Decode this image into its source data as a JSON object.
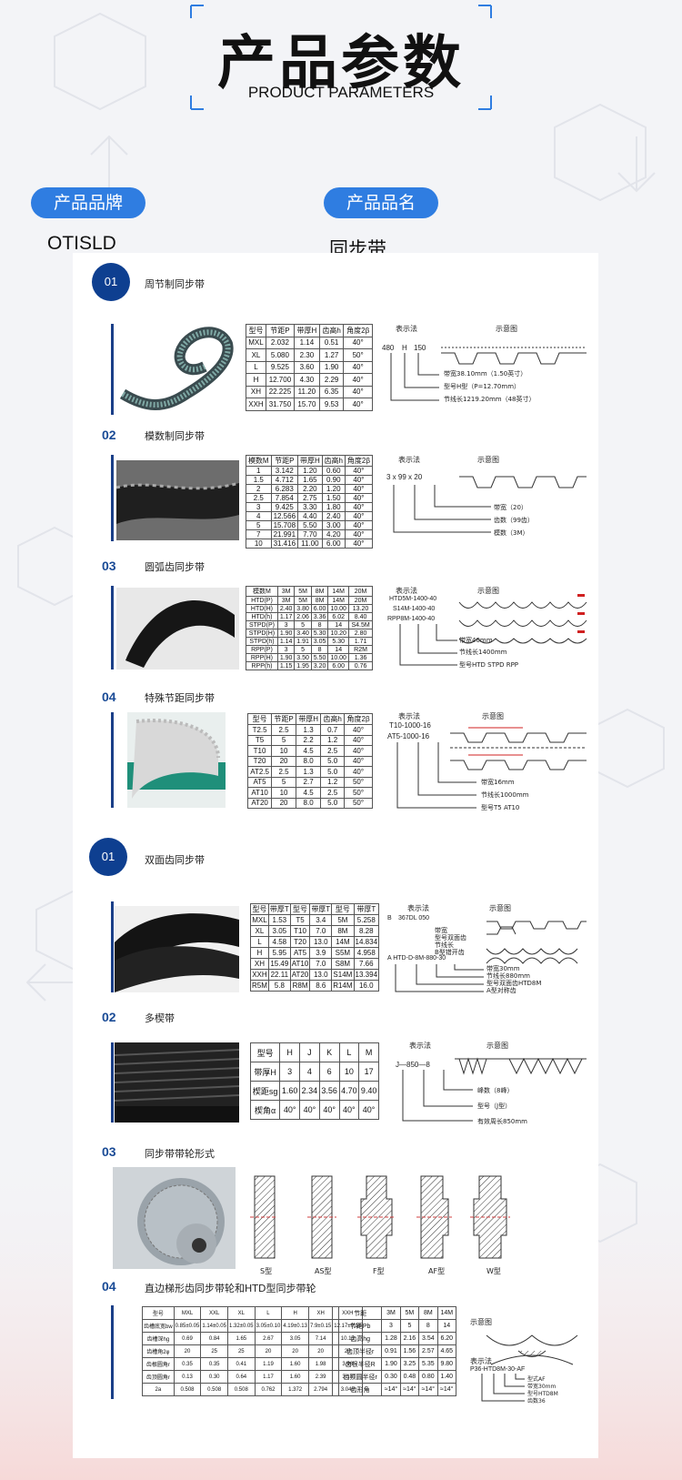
{
  "header": {
    "title_zh": "产品参数",
    "title_en": "PRODUCT PARAMETERS"
  },
  "info": {
    "brand_label": "产品品牌",
    "brand_value": "OTISLD",
    "name_label": "产品品名",
    "name_value": "同步带"
  },
  "colors": {
    "accent": "#2f7de1",
    "navy": "#0e3f90"
  },
  "s1": {
    "badge": "01",
    "title": "周节制同步带",
    "headers": [
      "型号",
      "节距P",
      "带厚H",
      "齿高h",
      "角度2β"
    ],
    "rows": [
      [
        "MXL",
        "2.032",
        "1.14",
        "0.51",
        "40°"
      ],
      [
        "XL",
        "5.080",
        "2.30",
        "1.27",
        "50°"
      ],
      [
        "L",
        "9.525",
        "3.60",
        "1.90",
        "40°"
      ],
      [
        "H",
        "12.700",
        "4.30",
        "2.29",
        "40°"
      ],
      [
        "XH",
        "22.225",
        "11.20",
        "6.35",
        "40°"
      ],
      [
        "XXH",
        "31.750",
        "15.70",
        "9.53",
        "40°"
      ]
    ],
    "legend_hd": "表示法",
    "diagram_hd": "示意图",
    "code_a": "480",
    "code_b": "H",
    "code_c": "150",
    "notes": [
      "带宽38.10mm（1.50英寸）",
      "型号H型（P=12.70mm）",
      "节线长1219.20mm（48英寸）"
    ]
  },
  "s2": {
    "badge": "02",
    "title": "模数制同步带",
    "headers": [
      "模数M",
      "节距P",
      "带厚H",
      "齿高h",
      "角度2β"
    ],
    "rows": [
      [
        "1",
        "3.142",
        "1.20",
        "0.60",
        "40°"
      ],
      [
        "1.5",
        "4.712",
        "1.65",
        "0.90",
        "40°"
      ],
      [
        "2",
        "6.283",
        "2.20",
        "1.20",
        "40°"
      ],
      [
        "2.5",
        "7.854",
        "2.75",
        "1.50",
        "40°"
      ],
      [
        "3",
        "9.425",
        "3.30",
        "1.80",
        "40°"
      ],
      [
        "4",
        "12.566",
        "4.40",
        "2.40",
        "40°"
      ],
      [
        "5",
        "15.708",
        "5.50",
        "3.00",
        "40°"
      ],
      [
        "7",
        "21.991",
        "7.70",
        "4.20",
        "40°"
      ],
      [
        "10",
        "31.416",
        "11.00",
        "6.00",
        "40°"
      ]
    ],
    "legend_hd": "表示法",
    "diagram_hd": "示意图",
    "code": "3 x 99 x 20",
    "notes": [
      "带宽（20）",
      "齿数（99齿）",
      "模数（3M）"
    ]
  },
  "s3": {
    "badge": "03",
    "title": "圆弧齿同步带",
    "rows": [
      [
        "模数M",
        "3M",
        "5M",
        "8M",
        "14M",
        "20M"
      ],
      [
        "HTD(P)",
        "3M",
        "5M",
        "8M",
        "14M",
        "20M"
      ],
      [
        "HTD(H)",
        "2.40",
        "3.80",
        "6.00",
        "10.00",
        "13.20"
      ],
      [
        "HTD(h)",
        "1.17",
        "2.06",
        "3.36",
        "6.02",
        "8.40"
      ],
      [
        "STPD(P)",
        "3",
        "5",
        "8",
        "14",
        "S4.5M"
      ],
      [
        "STPD(H)",
        "1.90",
        "3.40",
        "5.30",
        "10.20",
        "2.80"
      ],
      [
        "STPD(h)",
        "1.14",
        "1.91",
        "3.05",
        "5.30",
        "1.71"
      ],
      [
        "RPP(P)",
        "3",
        "5",
        "8",
        "14",
        "R2M"
      ],
      [
        "RPP(H)",
        "1.90",
        "3.50",
        "5.50",
        "10.00",
        "1.36"
      ],
      [
        "RPP(h)",
        "1.15",
        "1.95",
        "3.20",
        "6.00",
        "0.76"
      ]
    ],
    "legend_hd": "表示法",
    "diagram_hd": "示意图",
    "codes": [
      "HTD5M-1400-40",
      "S14M-1400-40",
      "RPP8M-1400-40"
    ],
    "notes": [
      "带宽40mm",
      "节线长1400mm",
      "型号HTD STPD RPP"
    ]
  },
  "s4": {
    "badge": "04",
    "title": "特殊节距同步带",
    "headers": [
      "型号",
      "节距P",
      "带厚H",
      "齿高h",
      "角度2β"
    ],
    "rows": [
      [
        "T2.5",
        "2.5",
        "1.3",
        "0.7",
        "40°"
      ],
      [
        "T5",
        "5",
        "2.2",
        "1.2",
        "40°"
      ],
      [
        "T10",
        "10",
        "4.5",
        "2.5",
        "40°"
      ],
      [
        "T20",
        "20",
        "8.0",
        "5.0",
        "40°"
      ],
      [
        "AT2.5",
        "2.5",
        "1.3",
        "5.0",
        "40°"
      ],
      [
        "AT5",
        "5",
        "2.7",
        "1.2",
        "50°"
      ],
      [
        "AT10",
        "10",
        "4.5",
        "2.5",
        "50°"
      ],
      [
        "AT20",
        "20",
        "8.0",
        "5.0",
        "50°"
      ]
    ],
    "legend_hd": "表示法",
    "diagram_hd": "示意图",
    "codes": [
      "T10-1000-16",
      "AT5-1000-16"
    ],
    "notes": [
      "带宽16mm",
      "节线长1000mm",
      "型号T5 AT10"
    ]
  },
  "s5": {
    "badge": "01",
    "title": "双面齿同步带",
    "headers": [
      "型号",
      "带厚T",
      "型号",
      "带厚T",
      "型号",
      "带厚T"
    ],
    "rows": [
      [
        "MXL",
        "1.53",
        "T5",
        "3.4",
        "5M",
        "5.258"
      ],
      [
        "XL",
        "3.05",
        "T10",
        "7.0",
        "8M",
        "8.28"
      ],
      [
        "L",
        "4.58",
        "T20",
        "13.0",
        "14M",
        "14.834"
      ],
      [
        "H",
        "5.95",
        "AT5",
        "3.9",
        "S5M",
        "4.958"
      ],
      [
        "XH",
        "15.49",
        "AT10",
        "7.0",
        "S8M",
        "7.66"
      ],
      [
        "XXH",
        "22.11",
        "AT20",
        "13.0",
        "S14M",
        "13.394"
      ],
      [
        "R5M",
        "5.8",
        "R8M",
        "8.6",
        "R14M",
        "16.0"
      ]
    ],
    "legend_hd": "表示法",
    "diagram_hd": "示意图",
    "code_b": "B",
    "code_b_rest": "367DL 050",
    "code_a": "A HTD-D-8M-880-30",
    "notes_b": [
      "带宽",
      "型号双面齿",
      "节线长",
      "B型错开齿"
    ],
    "notes_a": [
      "带宽30mm",
      "节线长880mm",
      "型号双面齿HTD8M",
      "A型对称齿"
    ]
  },
  "s6": {
    "badge": "02",
    "title": "多楔带",
    "headers": [
      "型号",
      "H",
      "J",
      "K",
      "L",
      "M"
    ],
    "rows": [
      [
        "带厚H",
        "3",
        "4",
        "6",
        "10",
        "17"
      ],
      [
        "楔距sg",
        "1.60",
        "2.34",
        "3.56",
        "4.70",
        "9.40"
      ],
      [
        "楔角α",
        "40°",
        "40°",
        "40°",
        "40°",
        "40°"
      ]
    ],
    "legend_hd": "表示法",
    "diagram_hd": "示意图",
    "code": "J—850—8",
    "notes": [
      "峰数（8峰）",
      "型号（J型）",
      "有效周长850mm"
    ]
  },
  "s7": {
    "badge": "03",
    "title": "同步带带轮形式",
    "types": [
      "S型",
      "AS型",
      "F型",
      "AF型",
      "W型"
    ]
  },
  "s8": {
    "badge": "04",
    "title": "直边梯形齿同步带轮和HTD型同步带轮",
    "headers": [
      "型号",
      "MXL",
      "XXL",
      "XL",
      "L",
      "H",
      "XH",
      "XXH"
    ],
    "rows": [
      [
        "齿槽底宽bw",
        "0.85±0.05",
        "1.14±0.05",
        "1.32±0.05",
        "3.05±0.10",
        "4.19±0.13",
        "7.9±0.15",
        "12.17±0.18"
      ],
      [
        "齿槽深hg",
        "0.69",
        "0.84",
        "1.65",
        "2.67",
        "3.05",
        "7.14",
        "10.13"
      ],
      [
        "齿槽角2φ",
        "20",
        "25",
        "25",
        "20",
        "20",
        "20",
        "20"
      ],
      [
        "齿根圆角r",
        "0.35",
        "0.35",
        "0.41",
        "1.19",
        "1.60",
        "1.98",
        "3.96"
      ],
      [
        "齿顶圆角r",
        "0.13",
        "0.30",
        "0.64",
        "1.17",
        "1.60",
        "2.39",
        "3.18"
      ],
      [
        "2a",
        "0.508",
        "0.508",
        "0.508",
        "0.762",
        "1.372",
        "2.794",
        "3.048"
      ]
    ],
    "headers2": [
      "节距",
      "3M",
      "5M",
      "8M",
      "14M"
    ],
    "rows2": [
      [
        "节距Pb",
        "3",
        "5",
        "8",
        "14"
      ],
      [
        "齿高hg",
        "1.28",
        "2.16",
        "3.54",
        "6.20"
      ],
      [
        "齿顶半径r",
        "0.91",
        "1.56",
        "2.57",
        "4.65"
      ],
      [
        "齿根半径R",
        "1.90",
        "3.25",
        "5.35",
        "9.80"
      ],
      [
        "齿顶圆半径r",
        "0.30",
        "0.48",
        "0.80",
        "1.40"
      ],
      [
        "齿形角",
        "≈14°",
        "≈14°",
        "≈14°",
        "≈14°"
      ]
    ],
    "diagram_hd": "示意图",
    "legend_hd": "表示法",
    "code": "P36-HTD8M-30-AF",
    "notes": [
      "型式AF",
      "带宽30mm",
      "型号HTD8M",
      "齿数36"
    ]
  }
}
